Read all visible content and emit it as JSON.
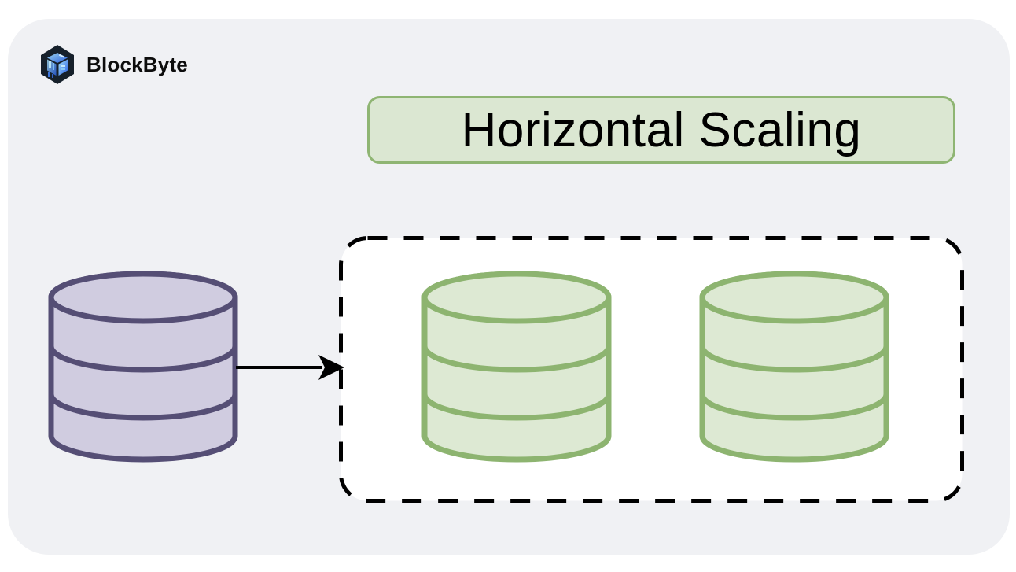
{
  "brand": {
    "name": "BlockByte",
    "logo_icon": "blockbyte-hexagon-cube-logo"
  },
  "header": {
    "title": "Horizontal Scaling"
  },
  "diagram": {
    "source_database": {
      "icon": "database-cylinder",
      "count": 1
    },
    "arrow": {
      "direction": "right"
    },
    "scaled_group": {
      "icon": "database-cylinder",
      "count": 2,
      "border_style": "dashed"
    }
  },
  "colors": {
    "page_bg": "#ffffff",
    "card_bg": "#f0f1f4",
    "title_fill": "#dbe7d2",
    "title_border": "#8fb573",
    "title_text": "#000000",
    "brand_text": "#0d0d0d",
    "source_db_fill": "#d0cce0",
    "source_db_stroke": "#554e75",
    "replica_db_fill": "#dde9d3",
    "replica_db_stroke": "#8db470",
    "arrow": "#000000",
    "dashed_box_fill": "#ffffff",
    "dashed_box_border": "#000000",
    "logo_dark": "#16202b",
    "logo_blue_light": "#a5e0f9",
    "logo_blue_dark": "#2b63e8"
  }
}
